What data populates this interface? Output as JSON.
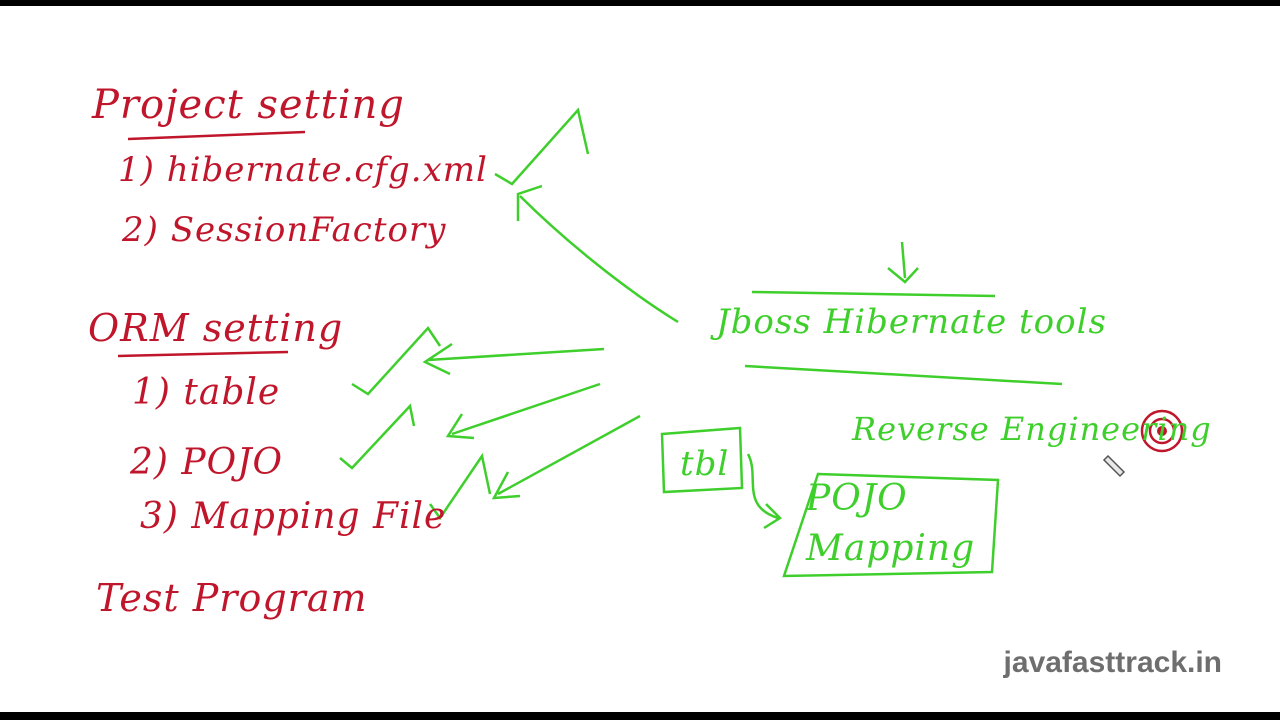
{
  "project": {
    "heading": "Project setting",
    "item1": "1) hibernate.cfg.xml",
    "item2": "2) SessionFactory"
  },
  "orm": {
    "heading": "ORM setting",
    "item1": "1) table",
    "item2": "2) POJO",
    "item3": "3) Mapping File"
  },
  "test": "Test Program",
  "tool": "Jboss Hibernate tools",
  "reverse": "Reverse Engineering",
  "box_small": "tbl",
  "box_large_line1": "POJO",
  "box_large_line2": "Mapping",
  "watermark": "javafasttrack.in",
  "colors": {
    "red_ink": "#c0162b",
    "green_ink": "#3fcf2c",
    "board": "#ffffff",
    "frame": "#000000",
    "watermark": "#6e6e6e",
    "cursor_target": "#c0162b"
  },
  "icons": {
    "cursor": "target-cursor-icon",
    "pointer": "pencil-pointer-icon"
  }
}
